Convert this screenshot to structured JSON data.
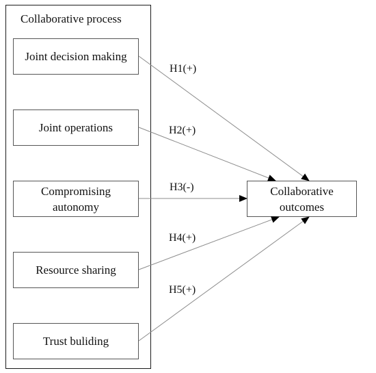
{
  "diagram": {
    "group_title": "Collaborative process",
    "factors": [
      {
        "label": "Joint decision making"
      },
      {
        "label": "Joint operations"
      },
      {
        "label": "Compromising autonomy"
      },
      {
        "label": "Resource sharing"
      },
      {
        "label": "Trust buliding"
      }
    ],
    "outcome": {
      "label": "Collaborative outcomes"
    },
    "hypotheses": [
      {
        "label": "H1(+)"
      },
      {
        "label": "H2(+)"
      },
      {
        "label": "H3(-)"
      },
      {
        "label": "H4(+)"
      },
      {
        "label": "H5(+)"
      }
    ],
    "colors": {
      "line": "#8c8c8c",
      "arrowhead": "#000000",
      "frame": "#1a1a1a"
    }
  }
}
